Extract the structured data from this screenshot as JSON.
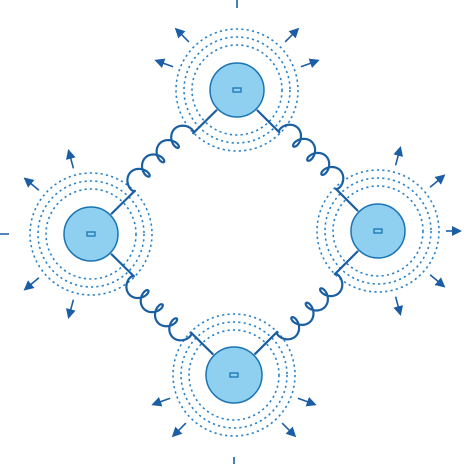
{
  "diagram": {
    "colors": {
      "line": "#1b5fa3",
      "particle_fill": "#8fd0f0",
      "particle_stroke": "#1a74b4",
      "field": "#2a83c9",
      "arrow": "#1c5ea5",
      "background": "#ffffff"
    },
    "particles": [
      {
        "id": "top",
        "charge_symbol": "minus-icon"
      },
      {
        "id": "right",
        "charge_symbol": "minus-icon"
      },
      {
        "id": "bottom",
        "charge_symbol": "minus-icon"
      },
      {
        "id": "left",
        "charge_symbol": "minus-icon"
      }
    ],
    "springs": [
      {
        "from": "top",
        "to": "right"
      },
      {
        "from": "right",
        "to": "bottom"
      },
      {
        "from": "bottom",
        "to": "left"
      },
      {
        "from": "left",
        "to": "top"
      }
    ],
    "field_ring_count": 3,
    "radiation_arrows_per_particle": 5
  }
}
